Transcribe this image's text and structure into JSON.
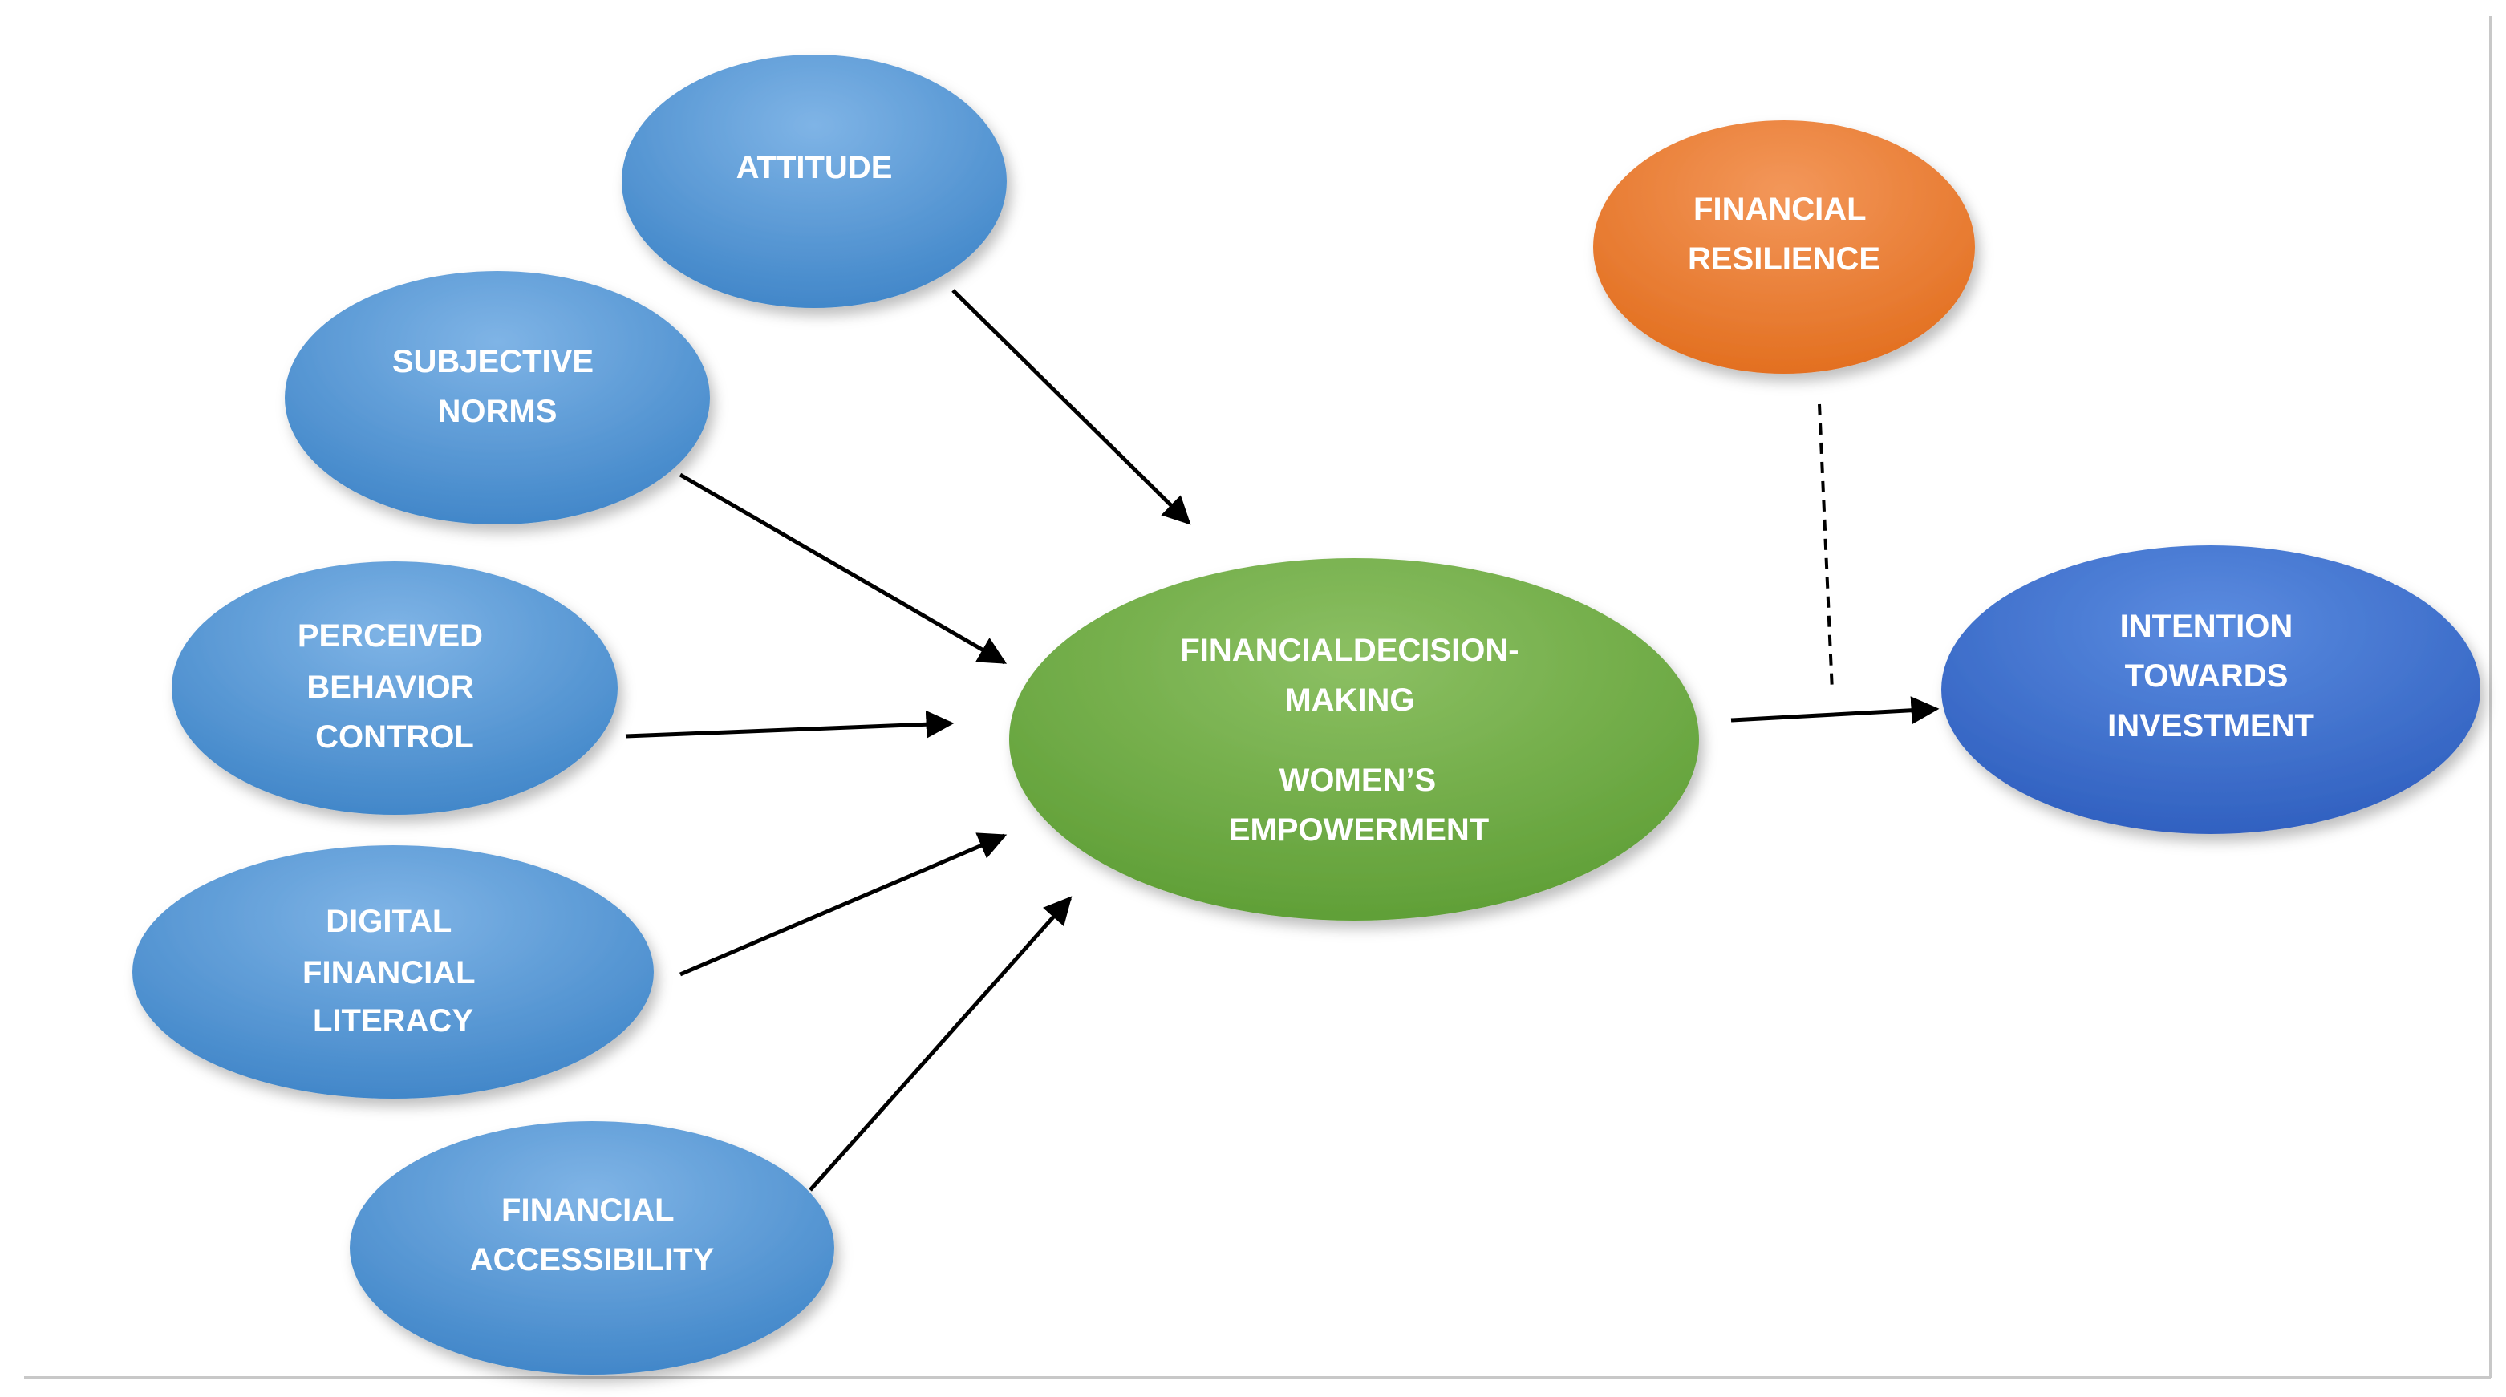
{
  "nodes": {
    "attitude": {
      "lines": [
        "ATTITUDE"
      ]
    },
    "subjective": {
      "lines": [
        "SUBJECTIVE",
        "NORMS"
      ]
    },
    "perceived": {
      "lines": [
        "PERCEIVED",
        "BEHAVIOR",
        "CONTROL"
      ]
    },
    "digital": {
      "lines": [
        "DIGITAL",
        "FINANCIAL",
        "LITERACY"
      ]
    },
    "accessibility": {
      "lines": [
        "FINANCIAL",
        "ACCESSIBILITY"
      ]
    },
    "center": {
      "lines": [
        "FINANCIALDECISION-",
        "MAKING",
        "WOMEN’S",
        "EMPOWERMENT"
      ]
    },
    "resilience": {
      "lines": [
        "FINANCIAL",
        "RESILIENCE"
      ]
    },
    "intention": {
      "lines": [
        "INTENTION",
        "TOWARDS",
        "INVESTMENT"
      ]
    }
  },
  "colors": {
    "blue_node": "#5b9bd5",
    "green_node": "#70ad47",
    "orange_node": "#ed7d31",
    "dark_blue_node": "#4472c4",
    "arrow": "#000000"
  }
}
